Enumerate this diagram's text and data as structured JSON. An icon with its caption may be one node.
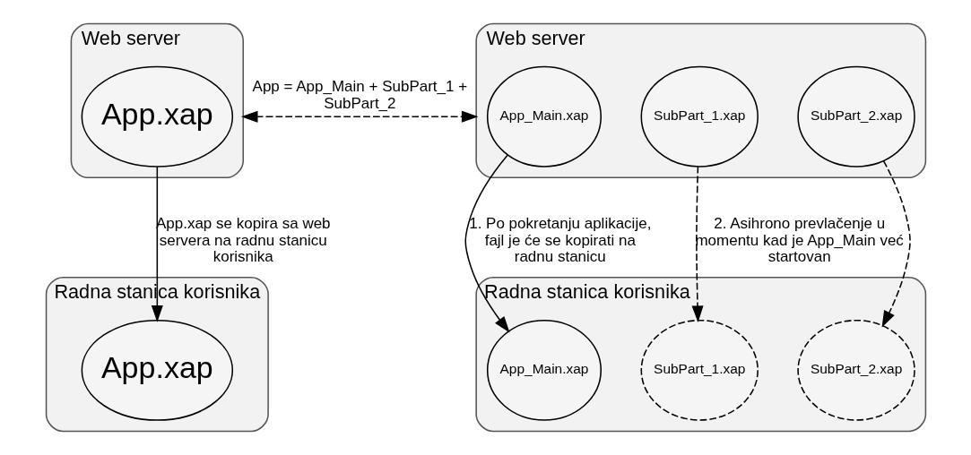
{
  "diagram": {
    "nodes": [
      {
        "text": [
          "Web server"
        ]
      },
      {
        "text": [
          "App.xap"
        ],
        "in": 0
      },
      {
        "text": [
          "Radna stanica korisnika"
        ]
      },
      {
        "text": [
          "App.xap"
        ],
        "in": 2
      },
      {
        "text": [
          "Web server"
        ]
      },
      {
        "text": [
          "App_Main.xap"
        ],
        "in": 4
      },
      {
        "text": [
          "SubPart_1.xap"
        ],
        "in": 4
      },
      {
        "text": [
          "SubPart_2.xap"
        ],
        "in": 4
      },
      {
        "text": [
          "Radna stanica korisnika"
        ]
      },
      {
        "text": [
          "App_Main.xap"
        ],
        "in": 8
      },
      {
        "text": [
          "SubPart_1.xap"
        ],
        "in": 8
      },
      {
        "text": [
          "SubPart_2.xap"
        ],
        "in": 8
      }
    ],
    "edges": [
      {
        "from": 0,
        "to": 4,
        "arrow": "both",
        "style": "dashed",
        "label": "App = App_Main + SubPart_1 + SubPart_2"
      },
      {
        "from": 1,
        "to": 3,
        "arrow": "to",
        "label": "App.xap se kopira sa web servera na radnu stanicu korisnika"
      },
      {
        "from": 5,
        "to": 9,
        "arrow": "to",
        "label": "1. Po pokretanju aplikacije, fajl je će se kopirati na radnu stanicu"
      },
      {
        "from": 6,
        "to": 10,
        "arrow": "to",
        "style": "dashed",
        "label": "2. Asihrono prevlačenje u momentu kad je App_Main već startovan"
      },
      {
        "from": 7,
        "to": 11,
        "arrow": "to",
        "style": "dashed"
      }
    ]
  }
}
